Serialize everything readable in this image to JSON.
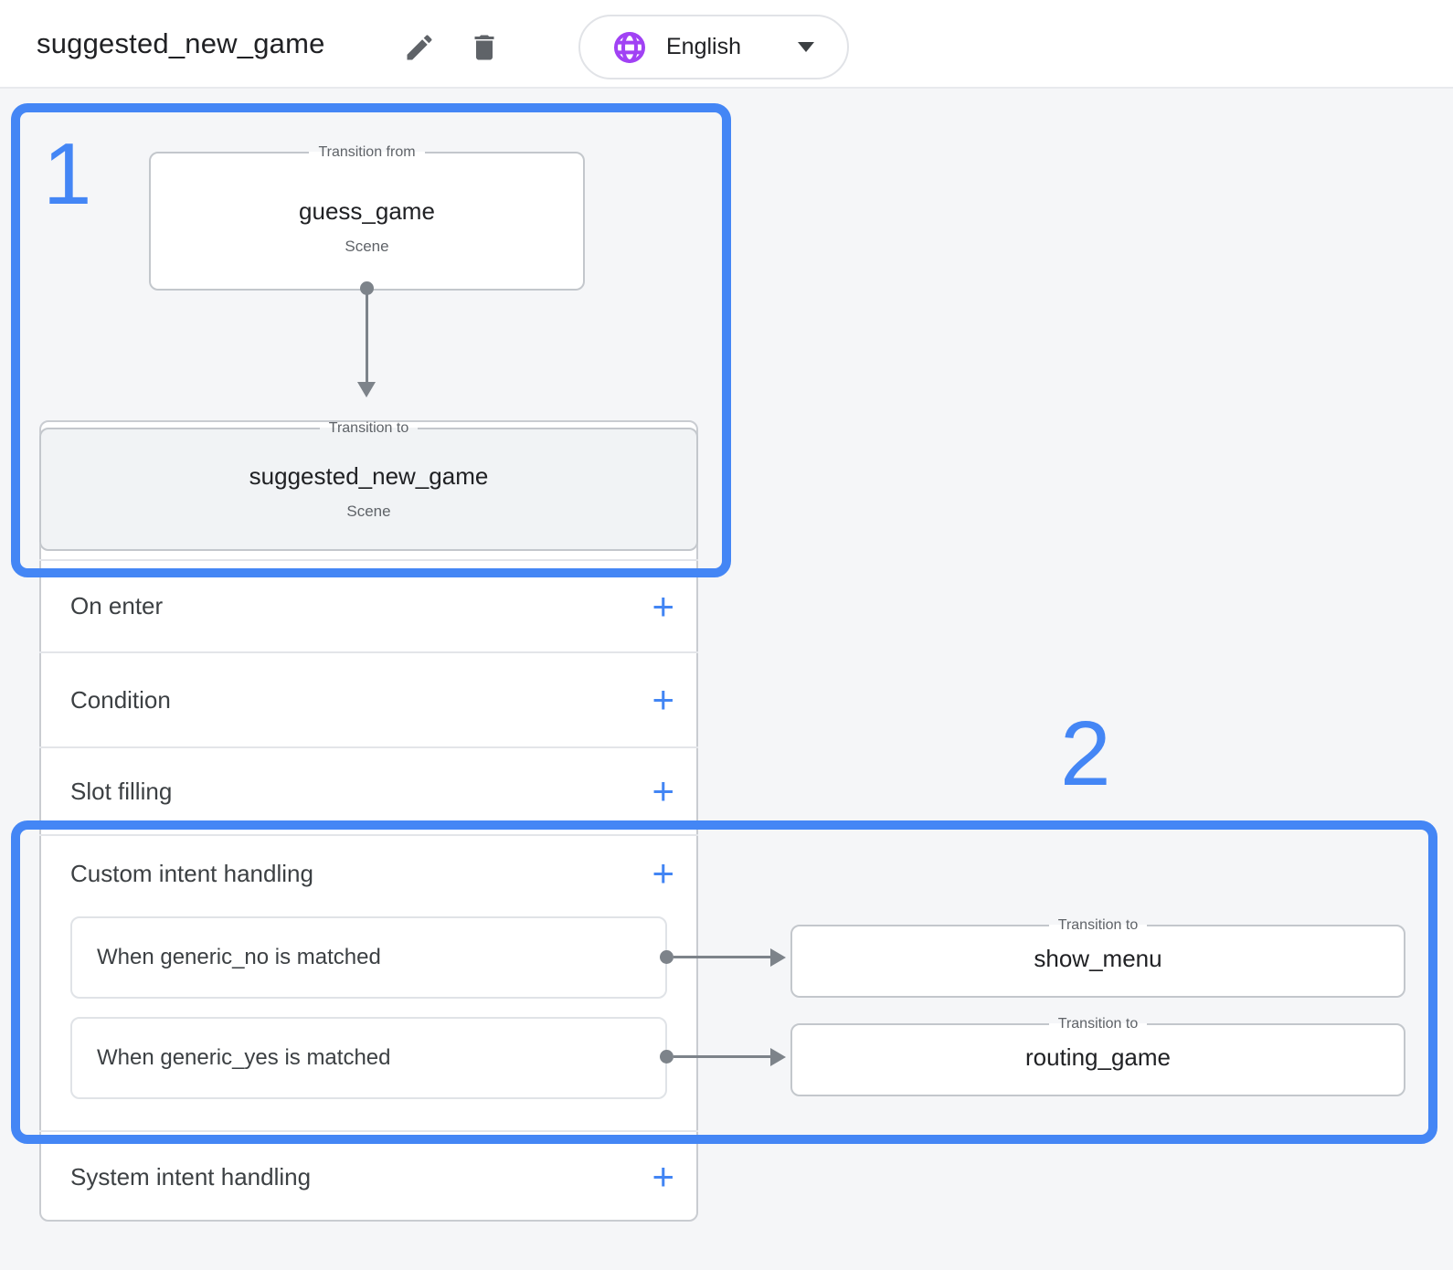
{
  "header": {
    "title": "suggested_new_game",
    "language_selector": {
      "icon": "globe-icon",
      "label": "English"
    }
  },
  "annotations": {
    "label_1": "1",
    "label_2": "2"
  },
  "flow": {
    "transition_from": {
      "legend": "Transition from",
      "scene_name": "guess_game",
      "scene_type": "Scene"
    },
    "transition_to": {
      "legend": "Transition to",
      "scene_name": "suggested_new_game",
      "scene_type": "Scene"
    }
  },
  "panel": {
    "add_button_glyph": "+",
    "sections": [
      {
        "label": "On enter"
      },
      {
        "label": "Condition"
      },
      {
        "label": "Slot filling"
      },
      {
        "label": "Custom intent handling"
      },
      {
        "label": "System intent handling"
      }
    ],
    "custom_intents": [
      {
        "label": "When generic_no is matched",
        "transition": {
          "legend": "Transition to",
          "target": "show_menu"
        }
      },
      {
        "label": "When generic_yes is matched",
        "transition": {
          "legend": "Transition to",
          "target": "routing_game"
        }
      }
    ]
  },
  "colors": {
    "annotation_blue": "#4486f5",
    "add_button_blue": "#4285f4",
    "globe_purple": "#a142f4",
    "icon_gray": "#5f6368",
    "connector_gray": "#7d838a"
  }
}
